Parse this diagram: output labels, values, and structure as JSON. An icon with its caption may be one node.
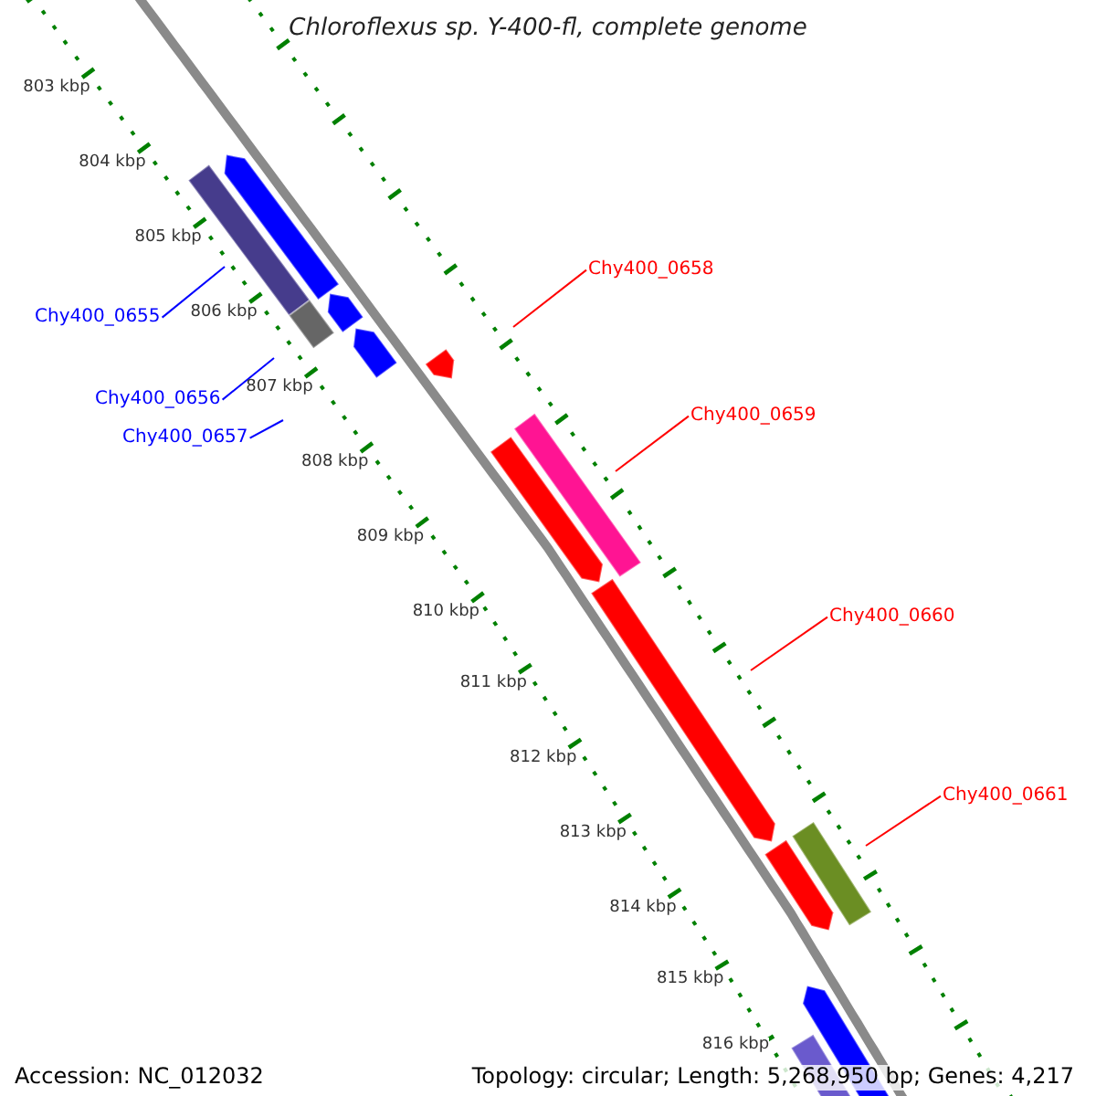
{
  "diagram": {
    "title": "Chloroflexus sp. Y-400-fl, complete genome",
    "nodes": [
      {
        "text": [
          "Chy400_0655"
        ]
      },
      {
        "text": [
          "Chy400_0656"
        ]
      },
      {
        "text": [
          "Chy400_0657"
        ]
      },
      {
        "text": [
          "Chy400_0658"
        ]
      },
      {
        "text": [
          "Chy400_0659"
        ]
      },
      {
        "text": [
          "Chy400_0660"
        ]
      },
      {
        "text": [
          "Chy400_0661"
        ]
      }
    ],
    "edges": [
      {
        "from": 0,
        "to": null,
        "arrow": "none",
        "color": "#0000ff"
      },
      {
        "from": 1,
        "to": null,
        "arrow": "none",
        "color": "#0000ff"
      },
      {
        "from": 2,
        "to": null,
        "arrow": "none",
        "color": "#0000ff"
      },
      {
        "from": 3,
        "to": null,
        "arrow": "none"
      },
      {
        "from": 4,
        "to": null,
        "arrow": "none"
      },
      {
        "from": 5,
        "to": null,
        "arrow": "none"
      },
      {
        "from": 6,
        "to": null,
        "arrow": "none"
      }
    ],
    "labels": [
      "803 kbp",
      "804 kbp",
      "805 kbp",
      "806 kbp",
      "807 kbp",
      "808 kbp",
      "809 kbp",
      "810 kbp",
      "811 kbp",
      "812 kbp",
      "813 kbp",
      "814 kbp",
      "815 kbp",
      "816 kbp",
      "Accession: NC_012032",
      "Topology: circular; Length: 5,268,950 bp; Genes: 4,217"
    ]
  }
}
